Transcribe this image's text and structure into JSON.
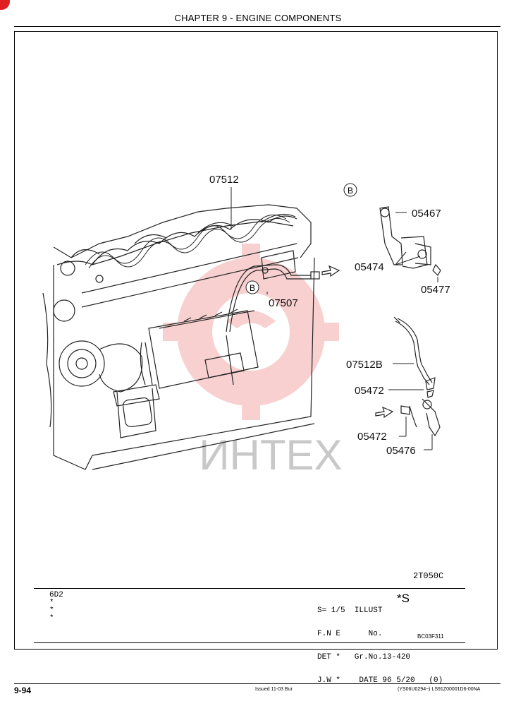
{
  "header": {
    "chapter_title": "CHAPTER 9 - ENGINE COMPONENTS"
  },
  "illustration": {
    "view_marker": "B",
    "watermark": "ИНТЕХ",
    "callouts": [
      "07512",
      "05467",
      "05474",
      "05477",
      "07507",
      "07512B",
      "05472",
      "05472",
      "05476"
    ],
    "figure_ref": "2T050C"
  },
  "title_block": {
    "model": "6D2",
    "stars": [
      "*",
      "*",
      "*"
    ],
    "lines": [
      "S= 1/5  ILLUST",
      "F.N E      No.",
      "DET *   Gr.No.13-420",
      "J.W *    DATE 96 5/20   (0)"
    ],
    "illust_no": "*S",
    "plate_code": "BC03F311"
  },
  "footer": {
    "page": "9-94",
    "issued": "Issued 11-03   Bur",
    "doc_code": "(YS06U0294~)   LS91Z00001D6-00NA"
  }
}
